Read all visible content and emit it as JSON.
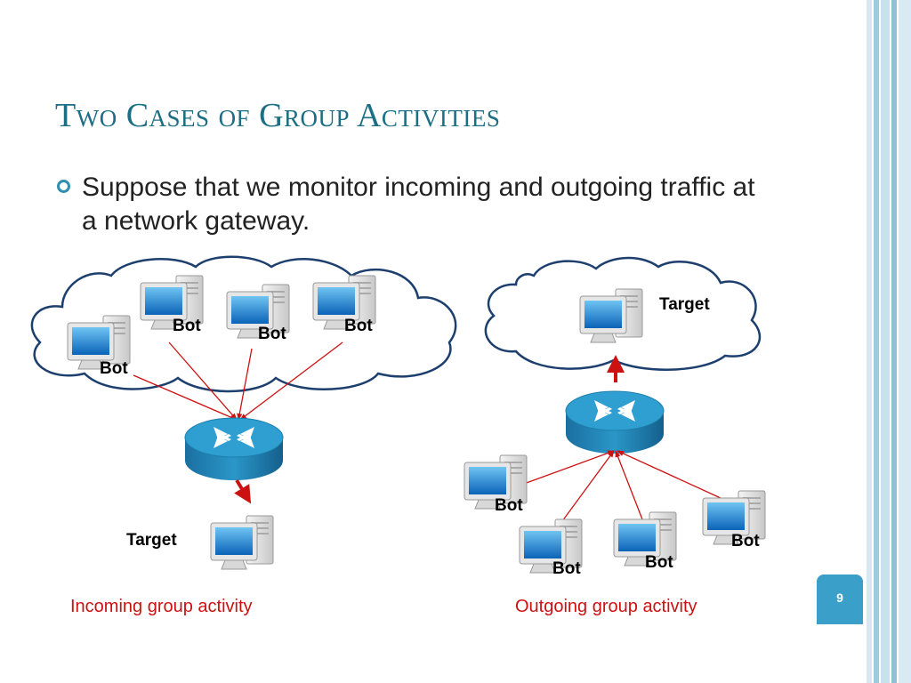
{
  "slide": {
    "title": "Two Cases of Group Activities",
    "bullet": "Suppose that we monitor incoming and outgoing traffic at a network gateway.",
    "page_number": "9"
  },
  "diagram": {
    "left": {
      "bot_labels": [
        "Bot",
        "Bot",
        "Bot",
        "Bot"
      ],
      "target_label": "Target",
      "caption": "Incoming group activity"
    },
    "right": {
      "target_label": "Target",
      "bot_labels": [
        "Bot",
        "Bot",
        "Bot",
        "Bot"
      ],
      "caption": "Outgoing group activity"
    }
  },
  "colors": {
    "title": "#1b6e83",
    "accent": "#3aa0c9",
    "arrows": "#cc1111",
    "router": "#1a7fb0"
  }
}
